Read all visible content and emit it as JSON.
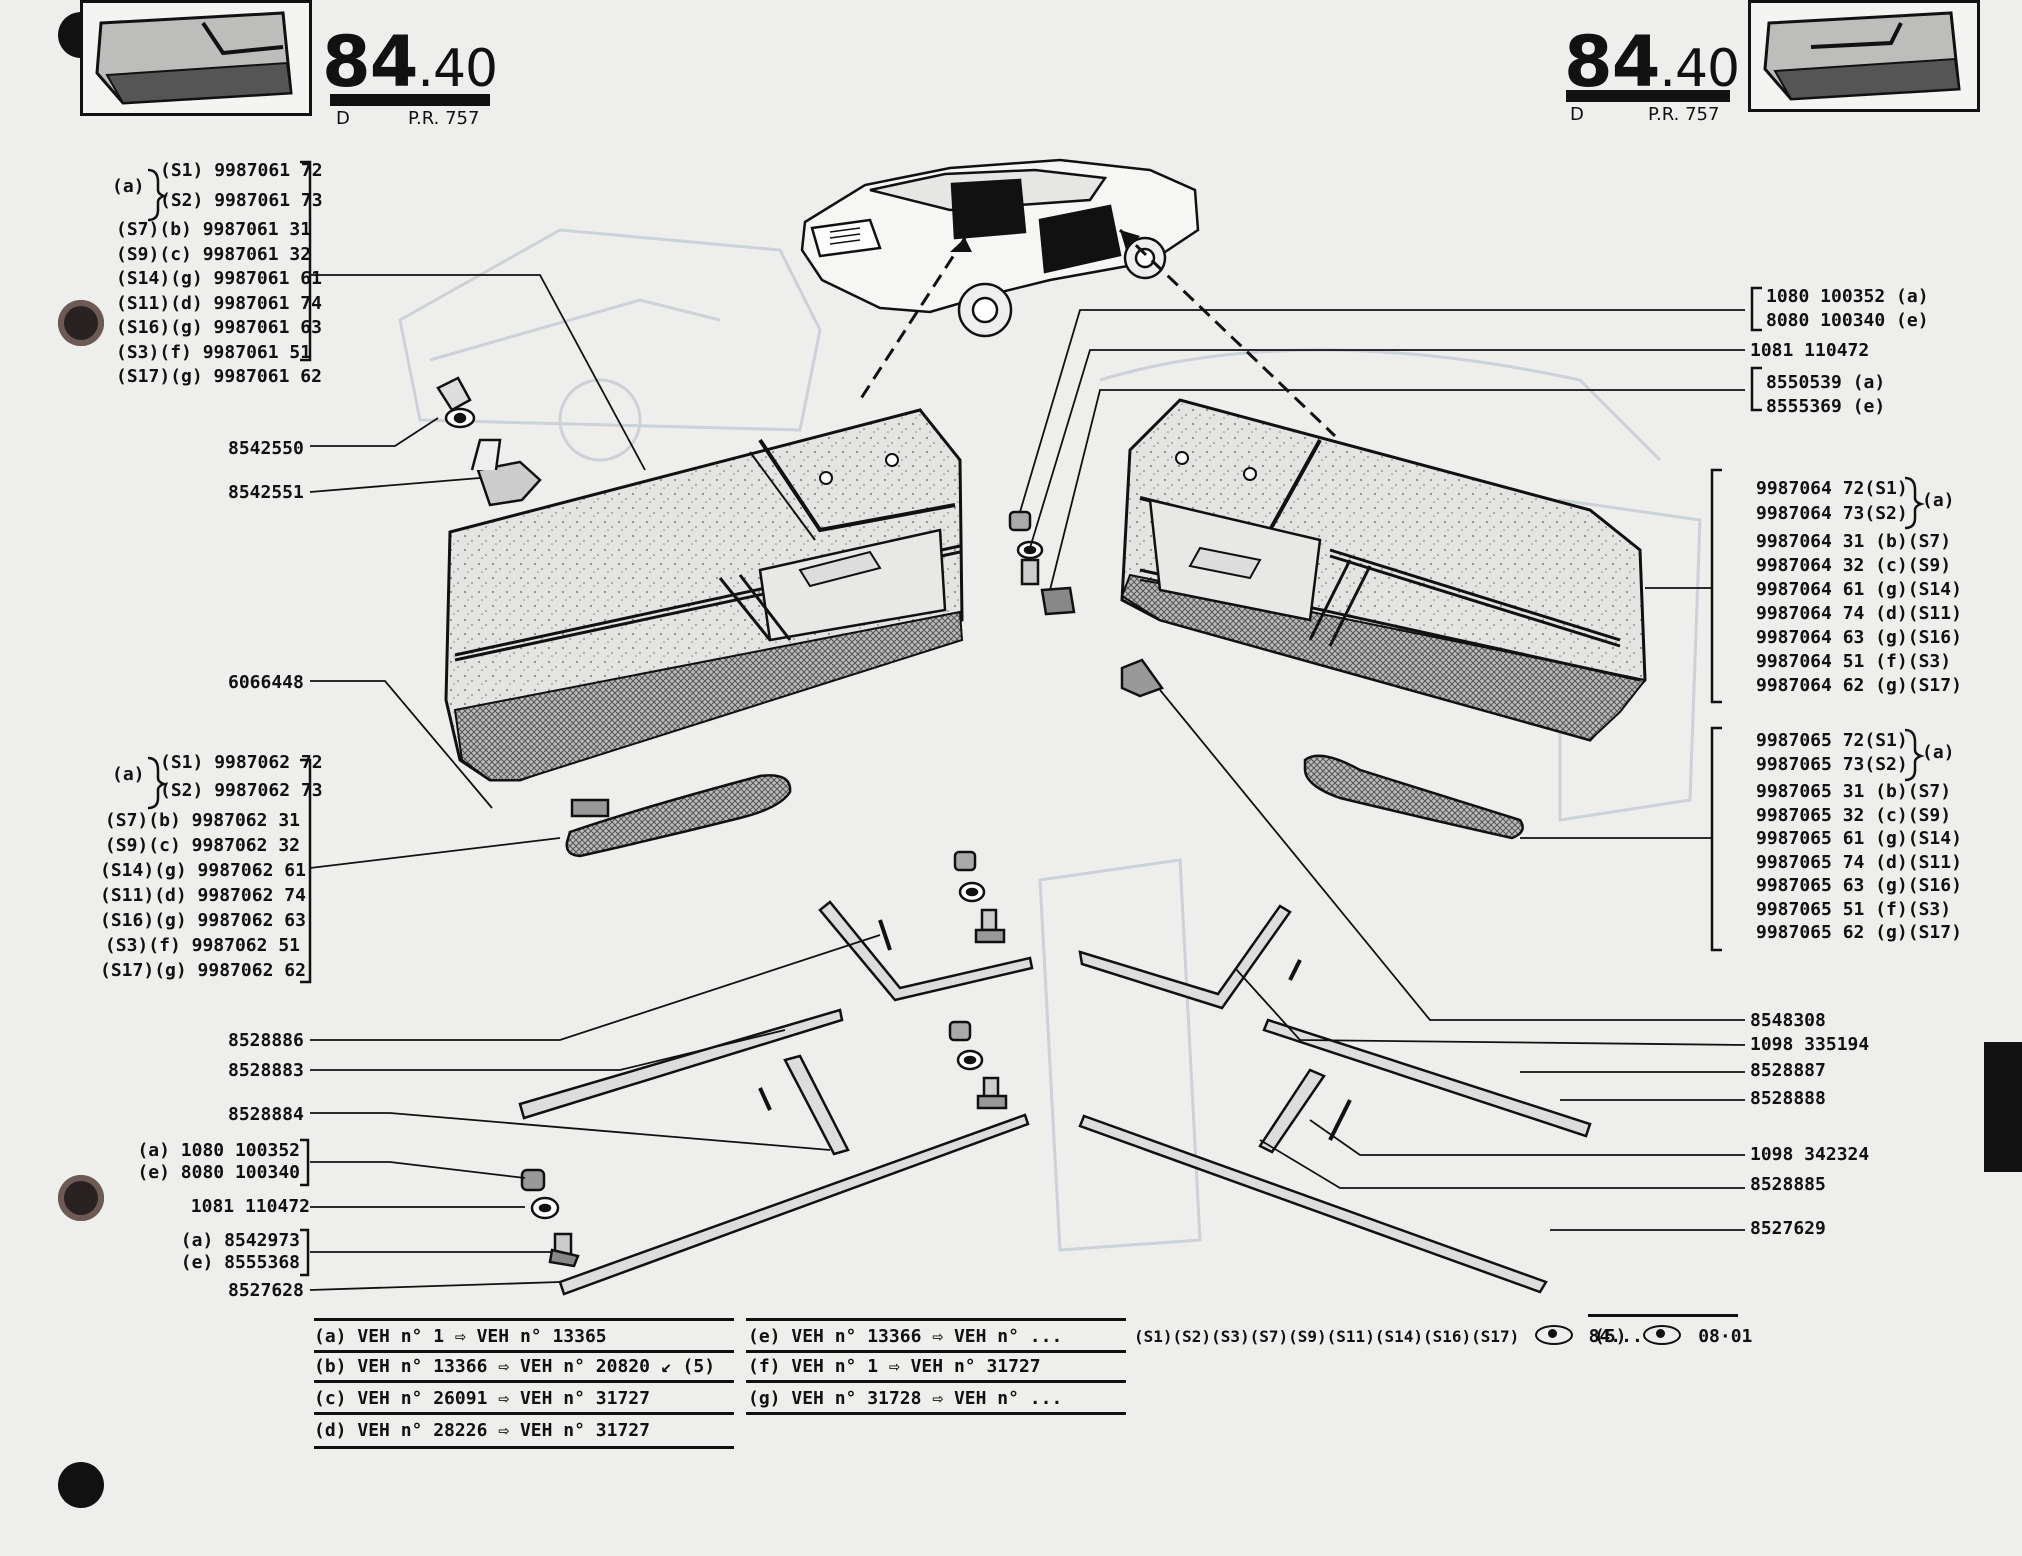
{
  "header": {
    "page_number_left": {
      "bold": "84",
      "rest": ".40"
    },
    "page_number_right": {
      "bold": "84",
      "rest": ".40"
    },
    "sub_left": "D",
    "sub_pr": "P.R. 757"
  },
  "left_labels": {
    "group_front_top": [
      {
        "code": "(S1)",
        "part": "9987061 72"
      },
      {
        "code": "(S2)",
        "part": "9987061 73"
      }
    ],
    "group_front_top_tag": "(a)",
    "group_front_rest": [
      {
        "code": "(S7)",
        "variant": "(b)",
        "part": "9987061 31"
      },
      {
        "code": "(S9)",
        "variant": "(c)",
        "part": "9987061 32"
      },
      {
        "code": "(S14)",
        "variant": "(g)",
        "part": "9987061 61"
      },
      {
        "code": "(S11)",
        "variant": "(d)",
        "part": "9987061 74"
      },
      {
        "code": "(S16)",
        "variant": "(g)",
        "part": "9987061 63"
      },
      {
        "code": "(S3)",
        "variant": "(f)",
        "part": "9987061 51"
      },
      {
        "code": "(S17)",
        "variant": "(g)",
        "part": "9987061 62"
      }
    ],
    "p8542550": "8542550",
    "p8542551": "8542551",
    "p6066448": "6066448",
    "group_arm_top": [
      {
        "code": "(S1)",
        "part": "9987062 72"
      },
      {
        "code": "(S2)",
        "part": "9987062 73"
      }
    ],
    "group_arm_top_tag": "(a)",
    "group_arm_rest": [
      {
        "code": "(S7)",
        "variant": "(b)",
        "part": "9987062 31"
      },
      {
        "code": "(S9)",
        "variant": "(c)",
        "part": "9987062 32"
      },
      {
        "code": "(S14)",
        "variant": "(g)",
        "part": "9987062 61"
      },
      {
        "code": "(S11)",
        "variant": "(d)",
        "part": "9987062 74"
      },
      {
        "code": "(S16)",
        "variant": "(g)",
        "part": "9987062 63"
      },
      {
        "code": "(S3)",
        "variant": "(f)",
        "part": "9987062 51"
      },
      {
        "code": "(S17)",
        "variant": "(g)",
        "part": "9987062 62"
      }
    ],
    "p8528886": "8528886",
    "p8528883": "8528883",
    "p8528884": "8528884",
    "nut_a": "(a) 1080 100352",
    "nut_e": "(e) 8080 100340",
    "washer": "1081 110472",
    "clip_a": "(a) 8542973",
    "clip_e": "(e) 8555368",
    "p8527628": "8527628"
  },
  "right_labels": {
    "nut_a": "1080 100352 (a)",
    "nut_e": "8080 100340 (e)",
    "washer": "1081 110472",
    "clip_a": "8550539 (a)",
    "clip_e": "8555369 (e)",
    "group_rear_top": [
      {
        "part": "9987064 72",
        "code": "(S1)"
      },
      {
        "part": "9987064 73",
        "code": "(S2)"
      }
    ],
    "group_rear_top_tag": "(a)",
    "group_rear_rest": [
      {
        "part": "9987064 31",
        "variant": "(b)",
        "code": "(S7)"
      },
      {
        "part": "9987064 32",
        "variant": "(c)",
        "code": "(S9)"
      },
      {
        "part": "9987064 61",
        "variant": "(g)",
        "code": "(S14)"
      },
      {
        "part": "9987064 74",
        "variant": "(d)",
        "code": "(S11)"
      },
      {
        "part": "9987064 63",
        "variant": "(g)",
        "code": "(S16)"
      },
      {
        "part": "9987064 51",
        "variant": "(f)",
        "code": "(S3)"
      },
      {
        "part": "9987064 62",
        "variant": "(g)",
        "code": "(S17)"
      }
    ],
    "group_rarm_top": [
      {
        "part": "9987065 72",
        "code": "(S1)"
      },
      {
        "part": "9987065 73",
        "code": "(S2)"
      }
    ],
    "group_rarm_top_tag": "(a)",
    "group_rarm_rest": [
      {
        "part": "9987065 31",
        "variant": "(b)",
        "code": "(S7)"
      },
      {
        "part": "9987065 32",
        "variant": "(c)",
        "code": "(S9)"
      },
      {
        "part": "9987065 61",
        "variant": "(g)",
        "code": "(S14)"
      },
      {
        "part": "9987065 74",
        "variant": "(d)",
        "code": "(S11)"
      },
      {
        "part": "9987065 63",
        "variant": "(g)",
        "code": "(S16)"
      },
      {
        "part": "9987065 51",
        "variant": "(f)",
        "code": "(S3)"
      },
      {
        "part": "9987065 62",
        "variant": "(g)",
        "code": "(S17)"
      }
    ],
    "p8548308": "8548308",
    "p1098335194": "1098 335194",
    "p8528887": "8528887",
    "p8528888": "8528888",
    "p1098342324": "1098 342324",
    "p8528885": "8528885",
    "p8527629": "8527629"
  },
  "legend": {
    "rows_left": [
      {
        "tag": "(a)",
        "from": "VEH n°     1",
        "to": "VEH n° 13365",
        "extra": ""
      },
      {
        "tag": "(b)",
        "from": "VEH n° 13366",
        "to": "VEH n° 20820",
        "extra": "(5)"
      },
      {
        "tag": "(c)",
        "from": "VEH n° 26091",
        "to": "VEH n° 31727",
        "extra": ""
      },
      {
        "tag": "(d)",
        "from": "VEH n° 28226",
        "to": "VEH n° 31727",
        "extra": ""
      }
    ],
    "rows_right": [
      {
        "tag": "(e)",
        "from": "VEH n° 13366",
        "to": "VEH n°  ...",
        "extra": ""
      },
      {
        "tag": "(f)",
        "from": "VEH n°     1",
        "to": "VEH n° 31727",
        "extra": ""
      },
      {
        "tag": "(g)",
        "from": "VEH n° 31728",
        "to": "VEH n°  ...",
        "extra": ""
      }
    ],
    "arrow_glyph": "⇨",
    "ref_codes": "(S1)(S2)(S3)(S7)(S9)(S11)(S14)(S16)(S17)",
    "ref_see": "84...",
    "ref_five": "(5)",
    "ref_five_see": "08·01"
  },
  "colors": {
    "ink": "#111111",
    "paper": "#eeeeec",
    "ghost": "#c9ccd2"
  }
}
